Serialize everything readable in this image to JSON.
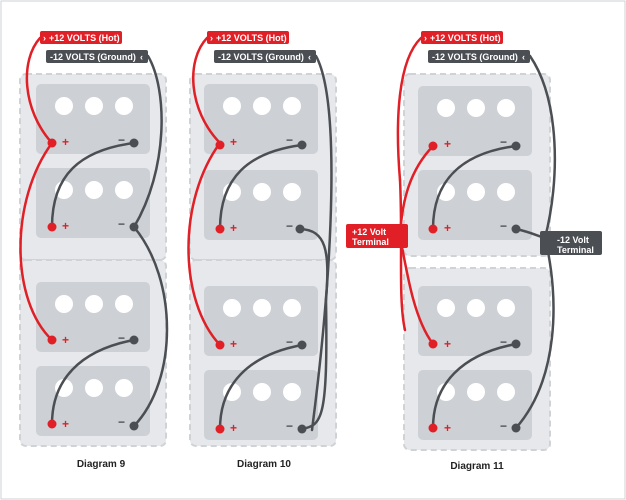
{
  "colors": {
    "hot": "#e01f26",
    "ground": "#4b4f54",
    "battery": "#cdd0d4",
    "panel": "#e6e8eb",
    "frame_border": "#d0d3d6",
    "page_border": "#cfd2d5",
    "cell": "#ffffff"
  },
  "labels": {
    "hot": "+12 VOLTS (Hot)",
    "ground": "-12 VOLTS (Ground)",
    "plus": "+",
    "minus": "−",
    "terminal_plus_line1": "+12 Volt",
    "terminal_plus_line2": "Terminal",
    "terminal_minus_line1": "-12 Volt",
    "terminal_minus_line2": "Terminal"
  },
  "diagrams": [
    {
      "caption": "Diagram 9"
    },
    {
      "caption": "Diagram 10"
    },
    {
      "caption": "Diagram 11"
    }
  ]
}
